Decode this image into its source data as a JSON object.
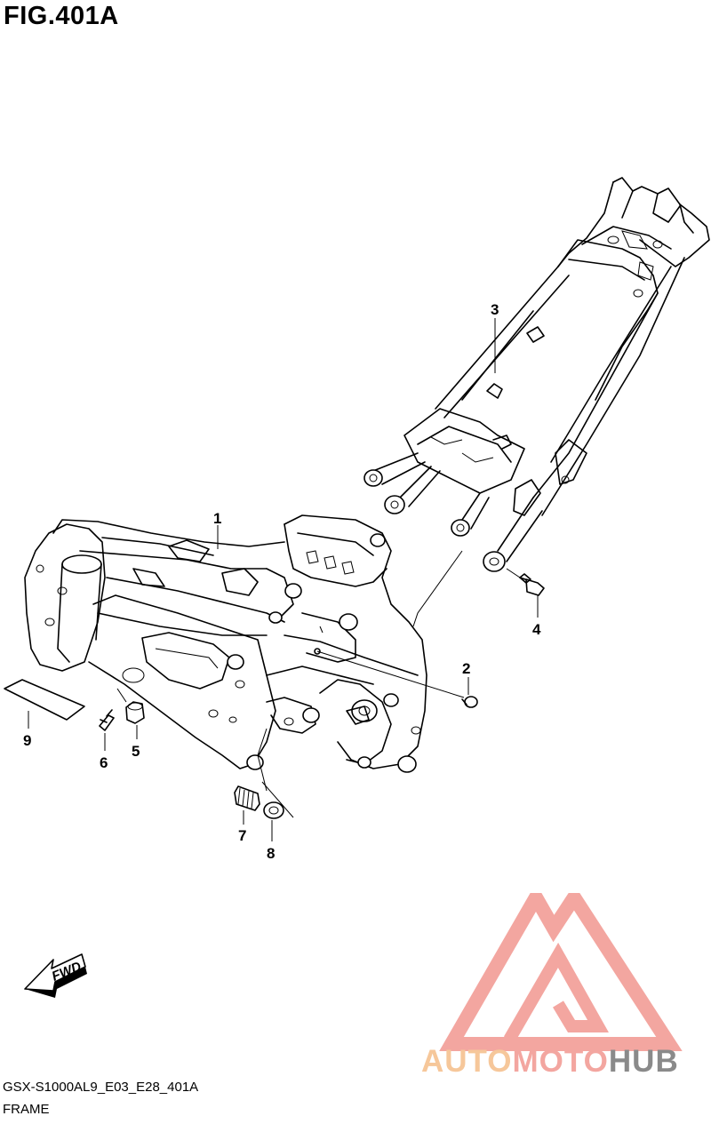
{
  "figure": {
    "title": "FIG.401A"
  },
  "parts": [
    {
      "number": "1"
    },
    {
      "number": "2"
    },
    {
      "number": "3"
    },
    {
      "number": "4"
    },
    {
      "number": "5"
    },
    {
      "number": "6"
    },
    {
      "number": "7"
    },
    {
      "number": "8"
    },
    {
      "number": "9"
    }
  ],
  "fwd_arrow": {
    "text": "FWD"
  },
  "footer": {
    "code": "GSX-S1000AL9_E03_E28_401A",
    "caption": "FRAME"
  },
  "watermark": {
    "word_part1": "AUTO",
    "word_part2": "MOTO",
    "word_part3": "HUB",
    "colors": {
      "part1": "#f6c79a",
      "part2": "#f3a6a0",
      "part3": "#8a8a8a",
      "triangle": "#f3a6a0"
    }
  }
}
